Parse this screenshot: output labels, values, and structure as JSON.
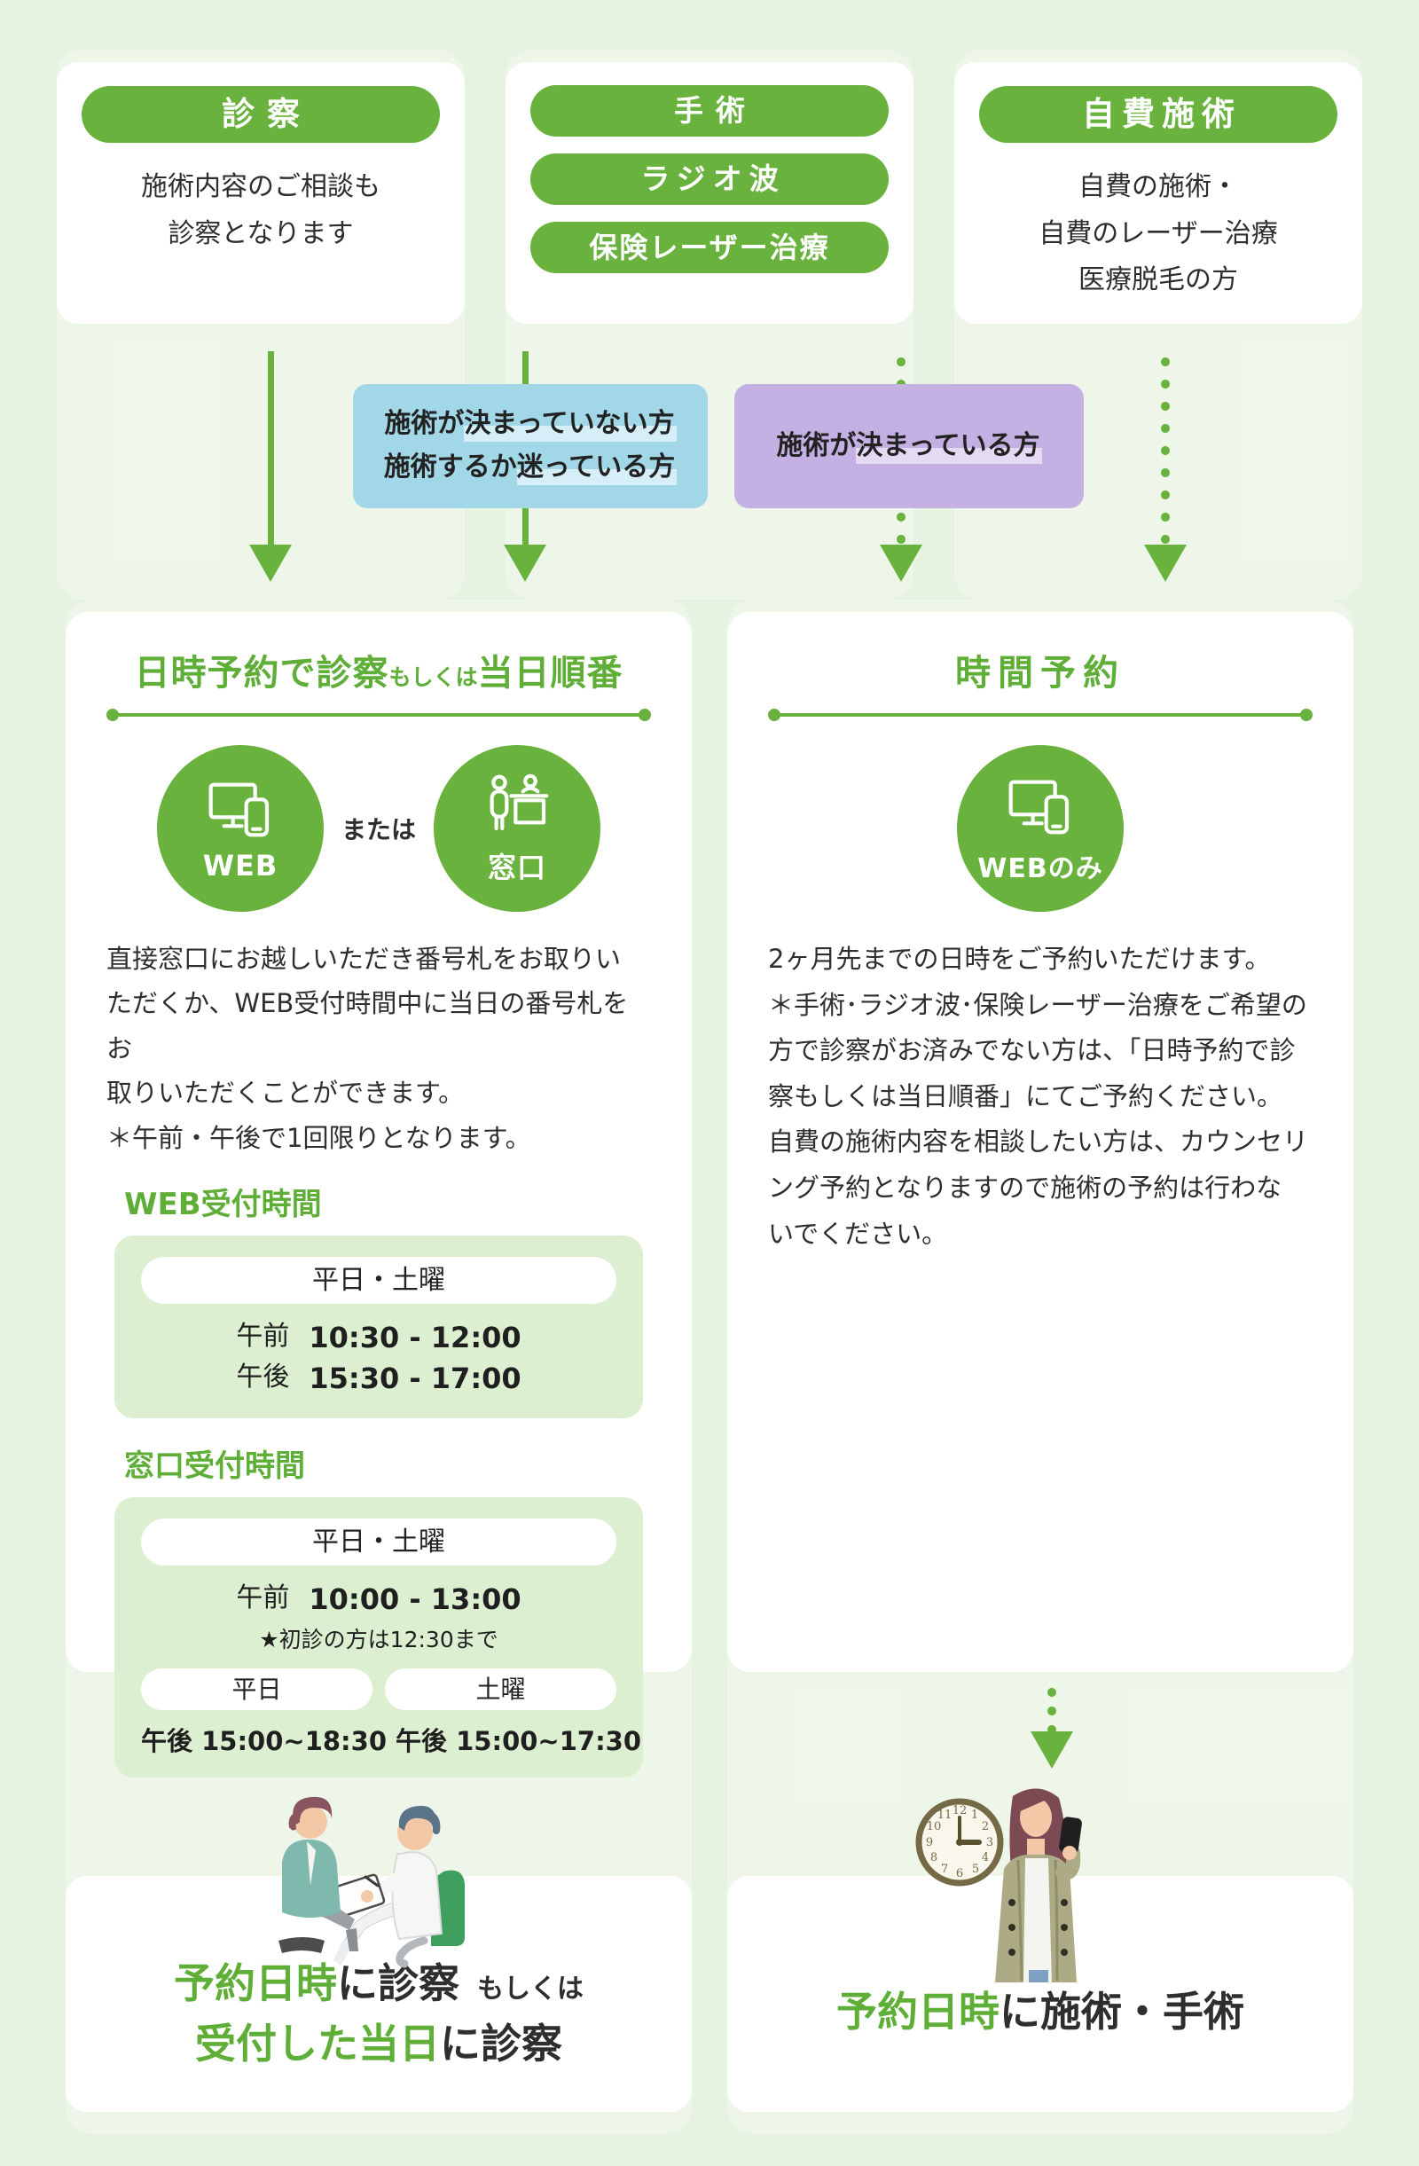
{
  "palette": {
    "accent_green": "#6ab23e",
    "background": "#e7f3e1",
    "blue_box": "#a2d7e8",
    "purple_box": "#c4b0e2",
    "panel_green": "#ddefd1"
  },
  "top_cards": {
    "consult": {
      "pill": "診察",
      "body": "施術内容のご相談も\n診察となります"
    },
    "surgery": {
      "pills": [
        "手術",
        "ラジオ波",
        "保険レーザー治療"
      ]
    },
    "self_pay": {
      "pill": "自費施術",
      "body": "自費の施術・\n自費のレーザー治療\n医療脱毛の方"
    }
  },
  "branches": {
    "undecided": {
      "line1_pre": "施術が",
      "line1_hl": "決まっていない方",
      "line2_pre": "施術するか",
      "line2_hl": "迷っている方"
    },
    "decided": {
      "pre": "施術が",
      "hl": "決まっている方"
    }
  },
  "left_flow": {
    "title_main1": "日時予約で診察",
    "title_small": "もしくは",
    "title_main2": "当日順番",
    "web_label": "WEB",
    "or_label": "または",
    "counter_label": "窓口",
    "body": "直接窓口にお越しいただき番号札をお取りい\nただくか、WEB受付時間中に当日の番号札をお\n取りいただくことができます。\n＊午前・午後で1回限りとなります。",
    "web_hours": {
      "heading": "WEB受付時間",
      "day": "平日・土曜",
      "am_label": "午前",
      "am_time": "10:30 - 12:00",
      "pm_label": "午後",
      "pm_time": "15:30 - 17:00"
    },
    "counter_hours": {
      "heading": "窓口受付時間",
      "day": "平日・土曜",
      "am_label": "午前",
      "am_time": "10:00 - 13:00",
      "note": "★初診の方は12:30まで",
      "weekday_label": "平日",
      "saturday_label": "土曜",
      "weekday_time": "午後 15:00~18:30",
      "saturday_time": "午後 15:00~17:30"
    }
  },
  "right_flow": {
    "title": "時間予約",
    "web_only_label": "WEBのみ",
    "body": "2ヶ月先までの日時をご予約いただけます。\n＊手術･ラジオ波･保険レーザー治療をご希望の\n方で診察がお済みでない方は、「日時予約で診\n察もしくは当日順番」にてご予約ください。\n自費の施術内容を相談したい方は、カウンセリ\nング予約となりますので施術の予約は行わな\nいでください。"
  },
  "outcomes": {
    "left_line1_green": "予約日時",
    "left_line1_dark": "に診察",
    "left_line1_small": "もしくは",
    "left_line2_green": "受付した当日",
    "left_line2_dark": "に診察",
    "right_green": "予約日時",
    "right_dark": "に施術・手術"
  }
}
